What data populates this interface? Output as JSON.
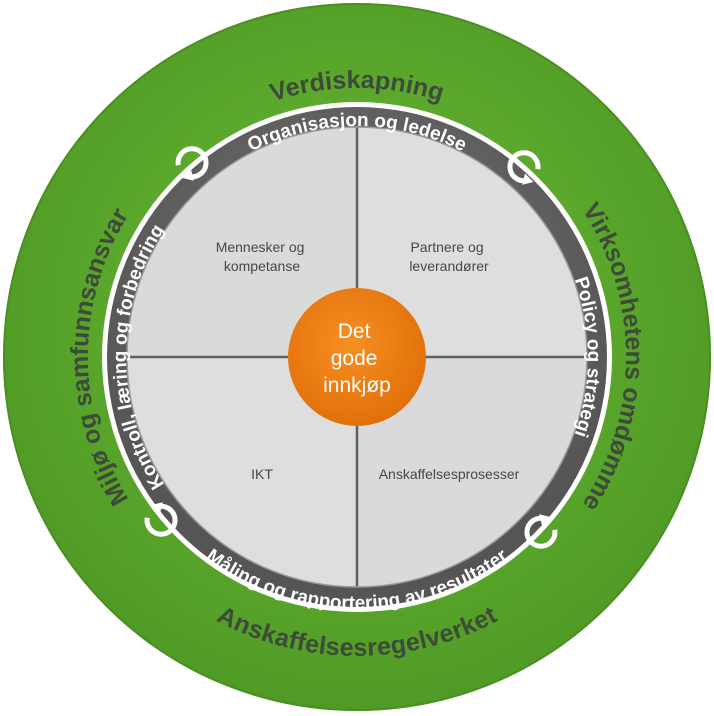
{
  "colors": {
    "outer_ring": "#5aa82b",
    "outer_ring_edge": "#4e9524",
    "outer_text": "#3e4a3a",
    "gray_ring": "#626262",
    "gray_ring_light": "#7b7b7b",
    "gray_text": "#ffffff",
    "quadrant_fill": "#dcdcdc",
    "quadrant_line": "#616161",
    "quadrant_text": "#444444",
    "core_fill": "#f07f0e",
    "core_text": "#ffffff"
  },
  "outer_ring": {
    "top": "Verdiskapning",
    "left": "Miljø og samfunnsansvar",
    "right": "Virksomhetens omdømme",
    "bottom": "Anskaffelsesregelverket"
  },
  "gray_ring": {
    "top": "Organisasjon og ledelse",
    "left": "Kontroll, læring og forbedring",
    "right": "Policy og strategi",
    "bottom": "Måling og rapportering av resultater"
  },
  "quadrants": {
    "top_left": [
      "Mennesker og",
      "kompetanse"
    ],
    "top_right": [
      "Partnere og",
      "leverandører"
    ],
    "bottom_left": [
      "IKT"
    ],
    "bottom_right": [
      "Anskaffelsesprosesser"
    ]
  },
  "core": [
    "Det",
    "gode",
    "innkjøp"
  ],
  "icons": [
    "cycle-arrow-icon"
  ]
}
